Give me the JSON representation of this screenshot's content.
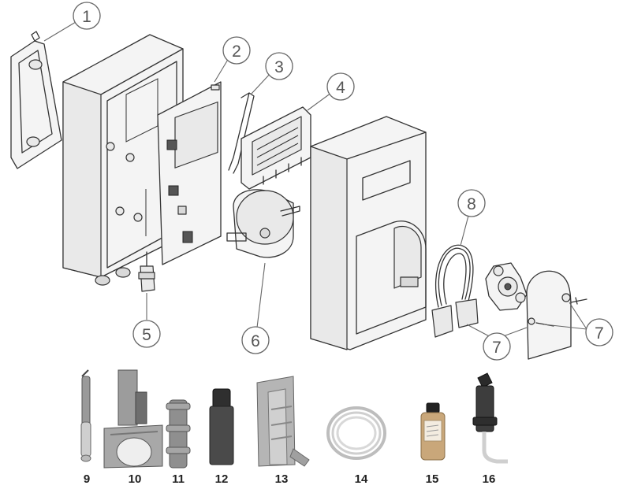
{
  "callouts": [
    {
      "id": "1",
      "text": "1"
    },
    {
      "id": "2",
      "text": "2"
    },
    {
      "id": "3",
      "text": "3"
    },
    {
      "id": "4",
      "text": "4"
    },
    {
      "id": "5",
      "text": "5"
    },
    {
      "id": "6",
      "text": "6"
    },
    {
      "id": "7a",
      "text": "7"
    },
    {
      "id": "7b",
      "text": "7"
    },
    {
      "id": "8",
      "text": "8"
    }
  ],
  "accessories": [
    {
      "id": "9",
      "text": "9"
    },
    {
      "id": "10",
      "text": "10"
    },
    {
      "id": "11",
      "text": "11"
    },
    {
      "id": "12",
      "text": "12"
    },
    {
      "id": "13",
      "text": "13"
    },
    {
      "id": "14",
      "text": "14"
    },
    {
      "id": "15",
      "text": "15"
    },
    {
      "id": "16",
      "text": "16"
    }
  ],
  "colors": {
    "line": "#333333",
    "callout": "#666666",
    "photo_gray": "#8a8a8a",
    "bottle_liquid": "#c9a77a"
  }
}
